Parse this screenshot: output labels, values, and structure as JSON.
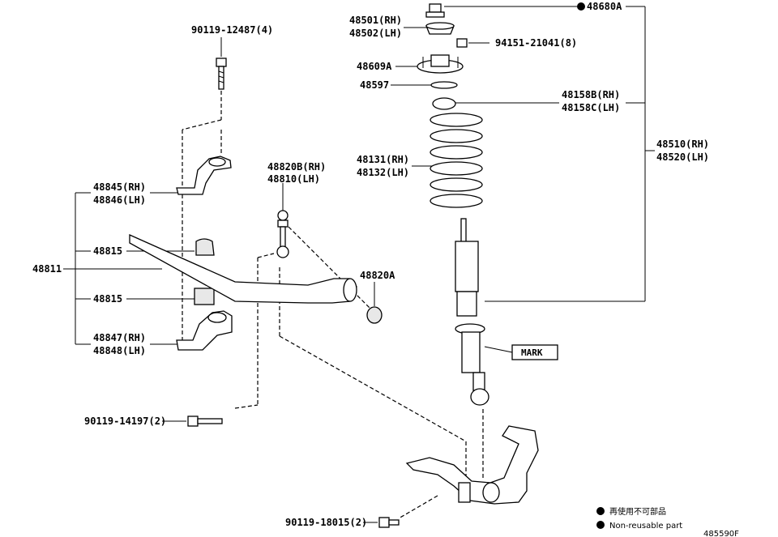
{
  "labels": {
    "p90119_12487": "90119-12487(4)",
    "p48501": "48501(RH)",
    "p48502": "48502(LH)",
    "p48680A": "48680A",
    "p94151": "94151-21041(8)",
    "p48609A": "48609A",
    "p48597": "48597",
    "p48158B": "48158B(RH)",
    "p48158C": "48158C(LH)",
    "p48510": "48510(RH)",
    "p48520": "48520(LH)",
    "p48131": "48131(RH)",
    "p48132": "48132(LH)",
    "p48845": "48845(RH)",
    "p48846": "48846(LH)",
    "p48820B": "48820B(RH)",
    "p48810": "48810(LH)",
    "p48815a": "48815",
    "p48811": "48811",
    "p48820A": "48820A",
    "p48815b": "48815",
    "p48847": "48847(RH)",
    "p48848": "48848(LH)",
    "mark": "MARK",
    "p90119_14197": "90119-14197(2)",
    "p90119_18015": "90119-18015(2)"
  },
  "legend": {
    "jp": "再使用不可部品",
    "en": "Non-reusable part"
  },
  "figure_id": "485590F"
}
